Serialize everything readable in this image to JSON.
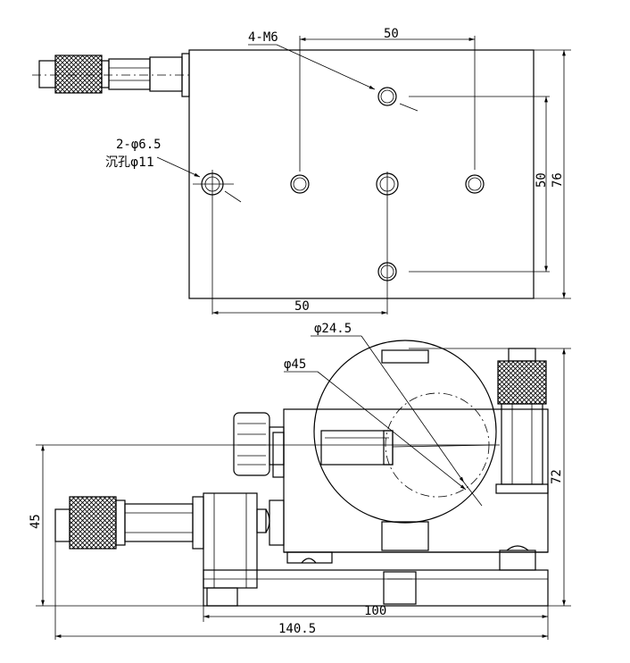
{
  "top_view": {
    "label_holes": "4-M6",
    "label_through": "2-φ6.5",
    "label_counterbore": "沉孔φ11",
    "dim_top_width": "50",
    "dim_bottom_width": "50",
    "dim_inner_height": "50",
    "dim_outer_height": "76"
  },
  "side_view": {
    "label_phi_small": "φ24.5",
    "label_phi_large": "φ45",
    "dim_left_height": "45",
    "dim_right_height": "72",
    "dim_base_width": "100",
    "dim_total_width": "140.5"
  }
}
